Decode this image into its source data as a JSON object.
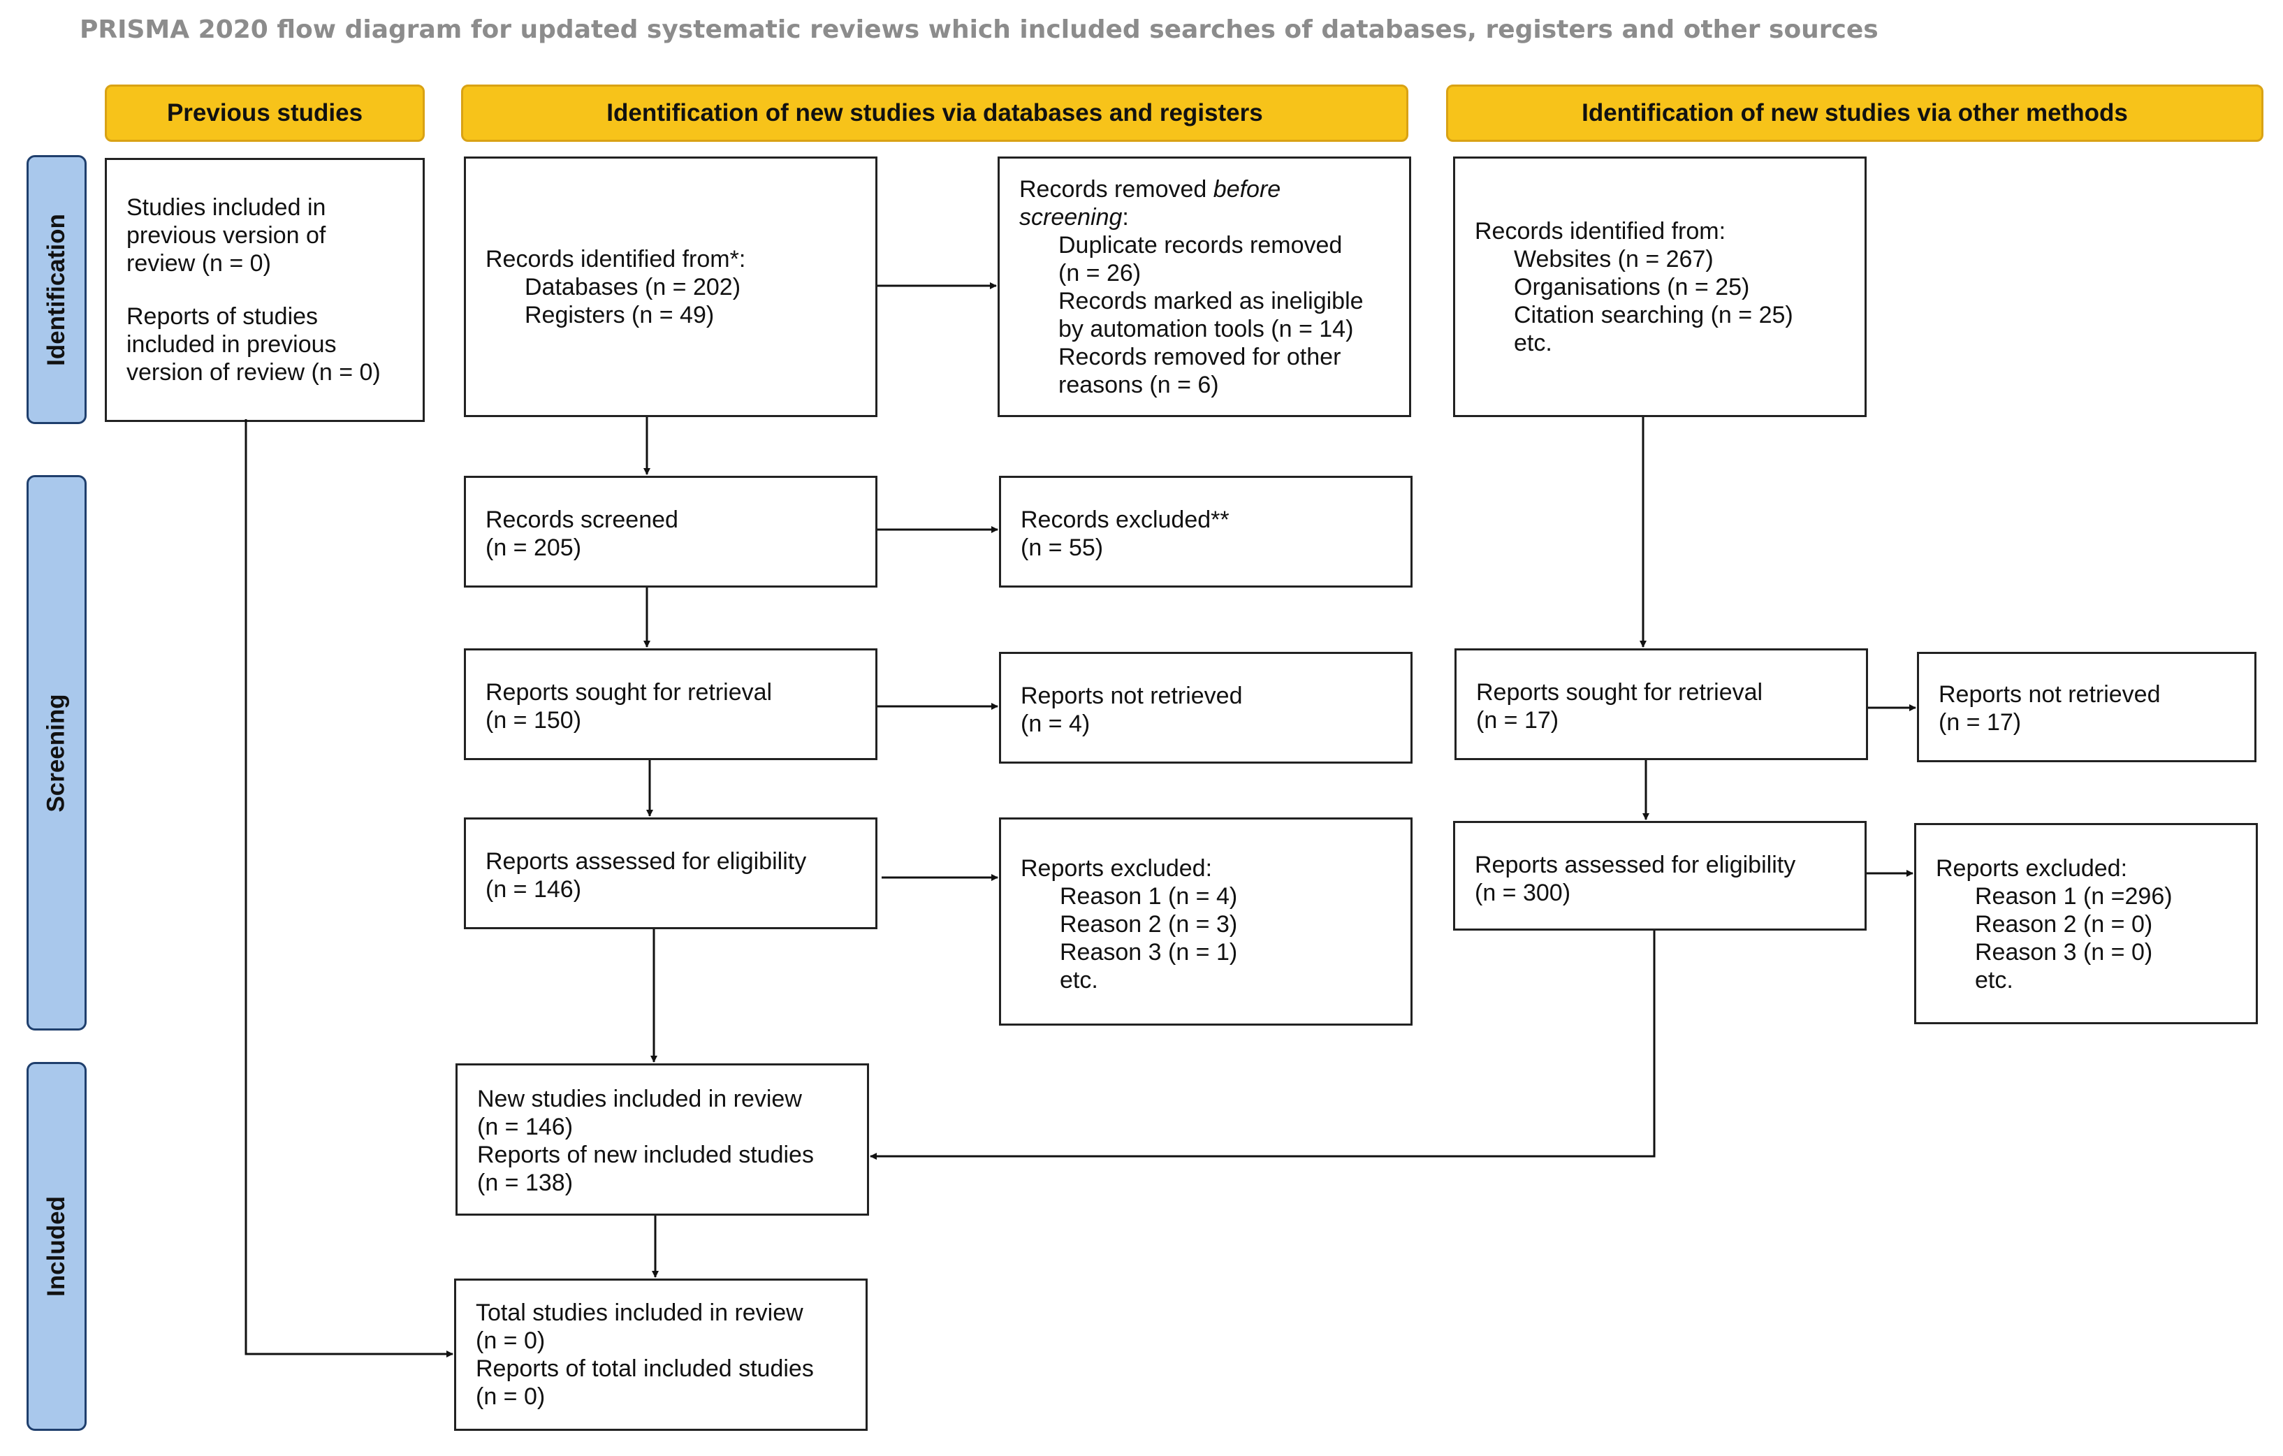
{
  "title": "PRISMA 2020 flow diagram for updated systematic reviews which included searches of databases, registers and other sources",
  "headers": {
    "previous": "Previous studies",
    "databases": "Identification of new studies via databases and registers",
    "other": "Identification of new studies via other methods"
  },
  "stages": {
    "identification": "Identification",
    "screening": "Screening",
    "included": "Included"
  },
  "previous": {
    "studies_1": "Studies included in",
    "studies_2": "previous version of",
    "studies_3": "review (n = 0)",
    "reports_1": "Reports of studies",
    "reports_2": "included in previous",
    "reports_3": "version of review (n = 0)"
  },
  "db": {
    "identified": {
      "heading": "Records identified from*:",
      "databases": "Databases (n = 202)",
      "registers": "Registers (n = 49)"
    },
    "removed": {
      "heading_pre": "Records removed ",
      "heading_em1": "before",
      "heading_em2": "screening",
      "heading_post": ":",
      "dup_1": "Duplicate records removed",
      "dup_2": "(n = 26)",
      "auto_1": "Records marked as ineligible",
      "auto_2": "by automation tools (n = 14)",
      "other_1": "Records removed for other",
      "other_2": "reasons (n = 6)"
    },
    "screened": {
      "label": "Records screened",
      "n": "(n = 205)"
    },
    "excluded": {
      "label": "Records excluded**",
      "n": "(n = 55)"
    },
    "sought": {
      "label": "Reports sought for retrieval",
      "n": "(n = 150)"
    },
    "not_retrieved": {
      "label": "Reports not retrieved",
      "n": "(n = 4)"
    },
    "assessed": {
      "label": "Reports assessed for eligibility",
      "n": "(n = 146)"
    },
    "reports_excluded": {
      "heading": "Reports excluded:",
      "r1": "Reason 1 (n = 4)",
      "r2": "Reason 2 (n = 3)",
      "r3": "Reason 3 (n = 1)",
      "etc": "etc."
    }
  },
  "other": {
    "identified": {
      "heading": "Records identified from:",
      "websites": "Websites (n = 267)",
      "organisations": "Organisations (n = 25)",
      "citation": "Citation searching (n = 25)",
      "etc": "etc."
    },
    "sought": {
      "label": "Reports sought for retrieval",
      "n": "(n = 17)"
    },
    "not_retrieved": {
      "label": "Reports not retrieved",
      "n": "(n = 17)"
    },
    "assessed": {
      "label": "Reports assessed for eligibility",
      "n": "(n = 300)"
    },
    "reports_excluded": {
      "heading": "Reports excluded:",
      "r1": "Reason 1 (n =296)",
      "r2": "Reason 2 (n = 0)",
      "r3": "Reason 3 (n = 0)",
      "etc": "etc."
    }
  },
  "included": {
    "new": {
      "l1": "New studies included in review",
      "l2": "(n = 146)",
      "l3": "Reports of new included studies",
      "l4": "(n = 138)"
    },
    "total": {
      "l1": "Total studies included in review",
      "l2": "(n = 0)",
      "l3": "Reports of total included studies",
      "l4": "(n = 0)"
    }
  }
}
